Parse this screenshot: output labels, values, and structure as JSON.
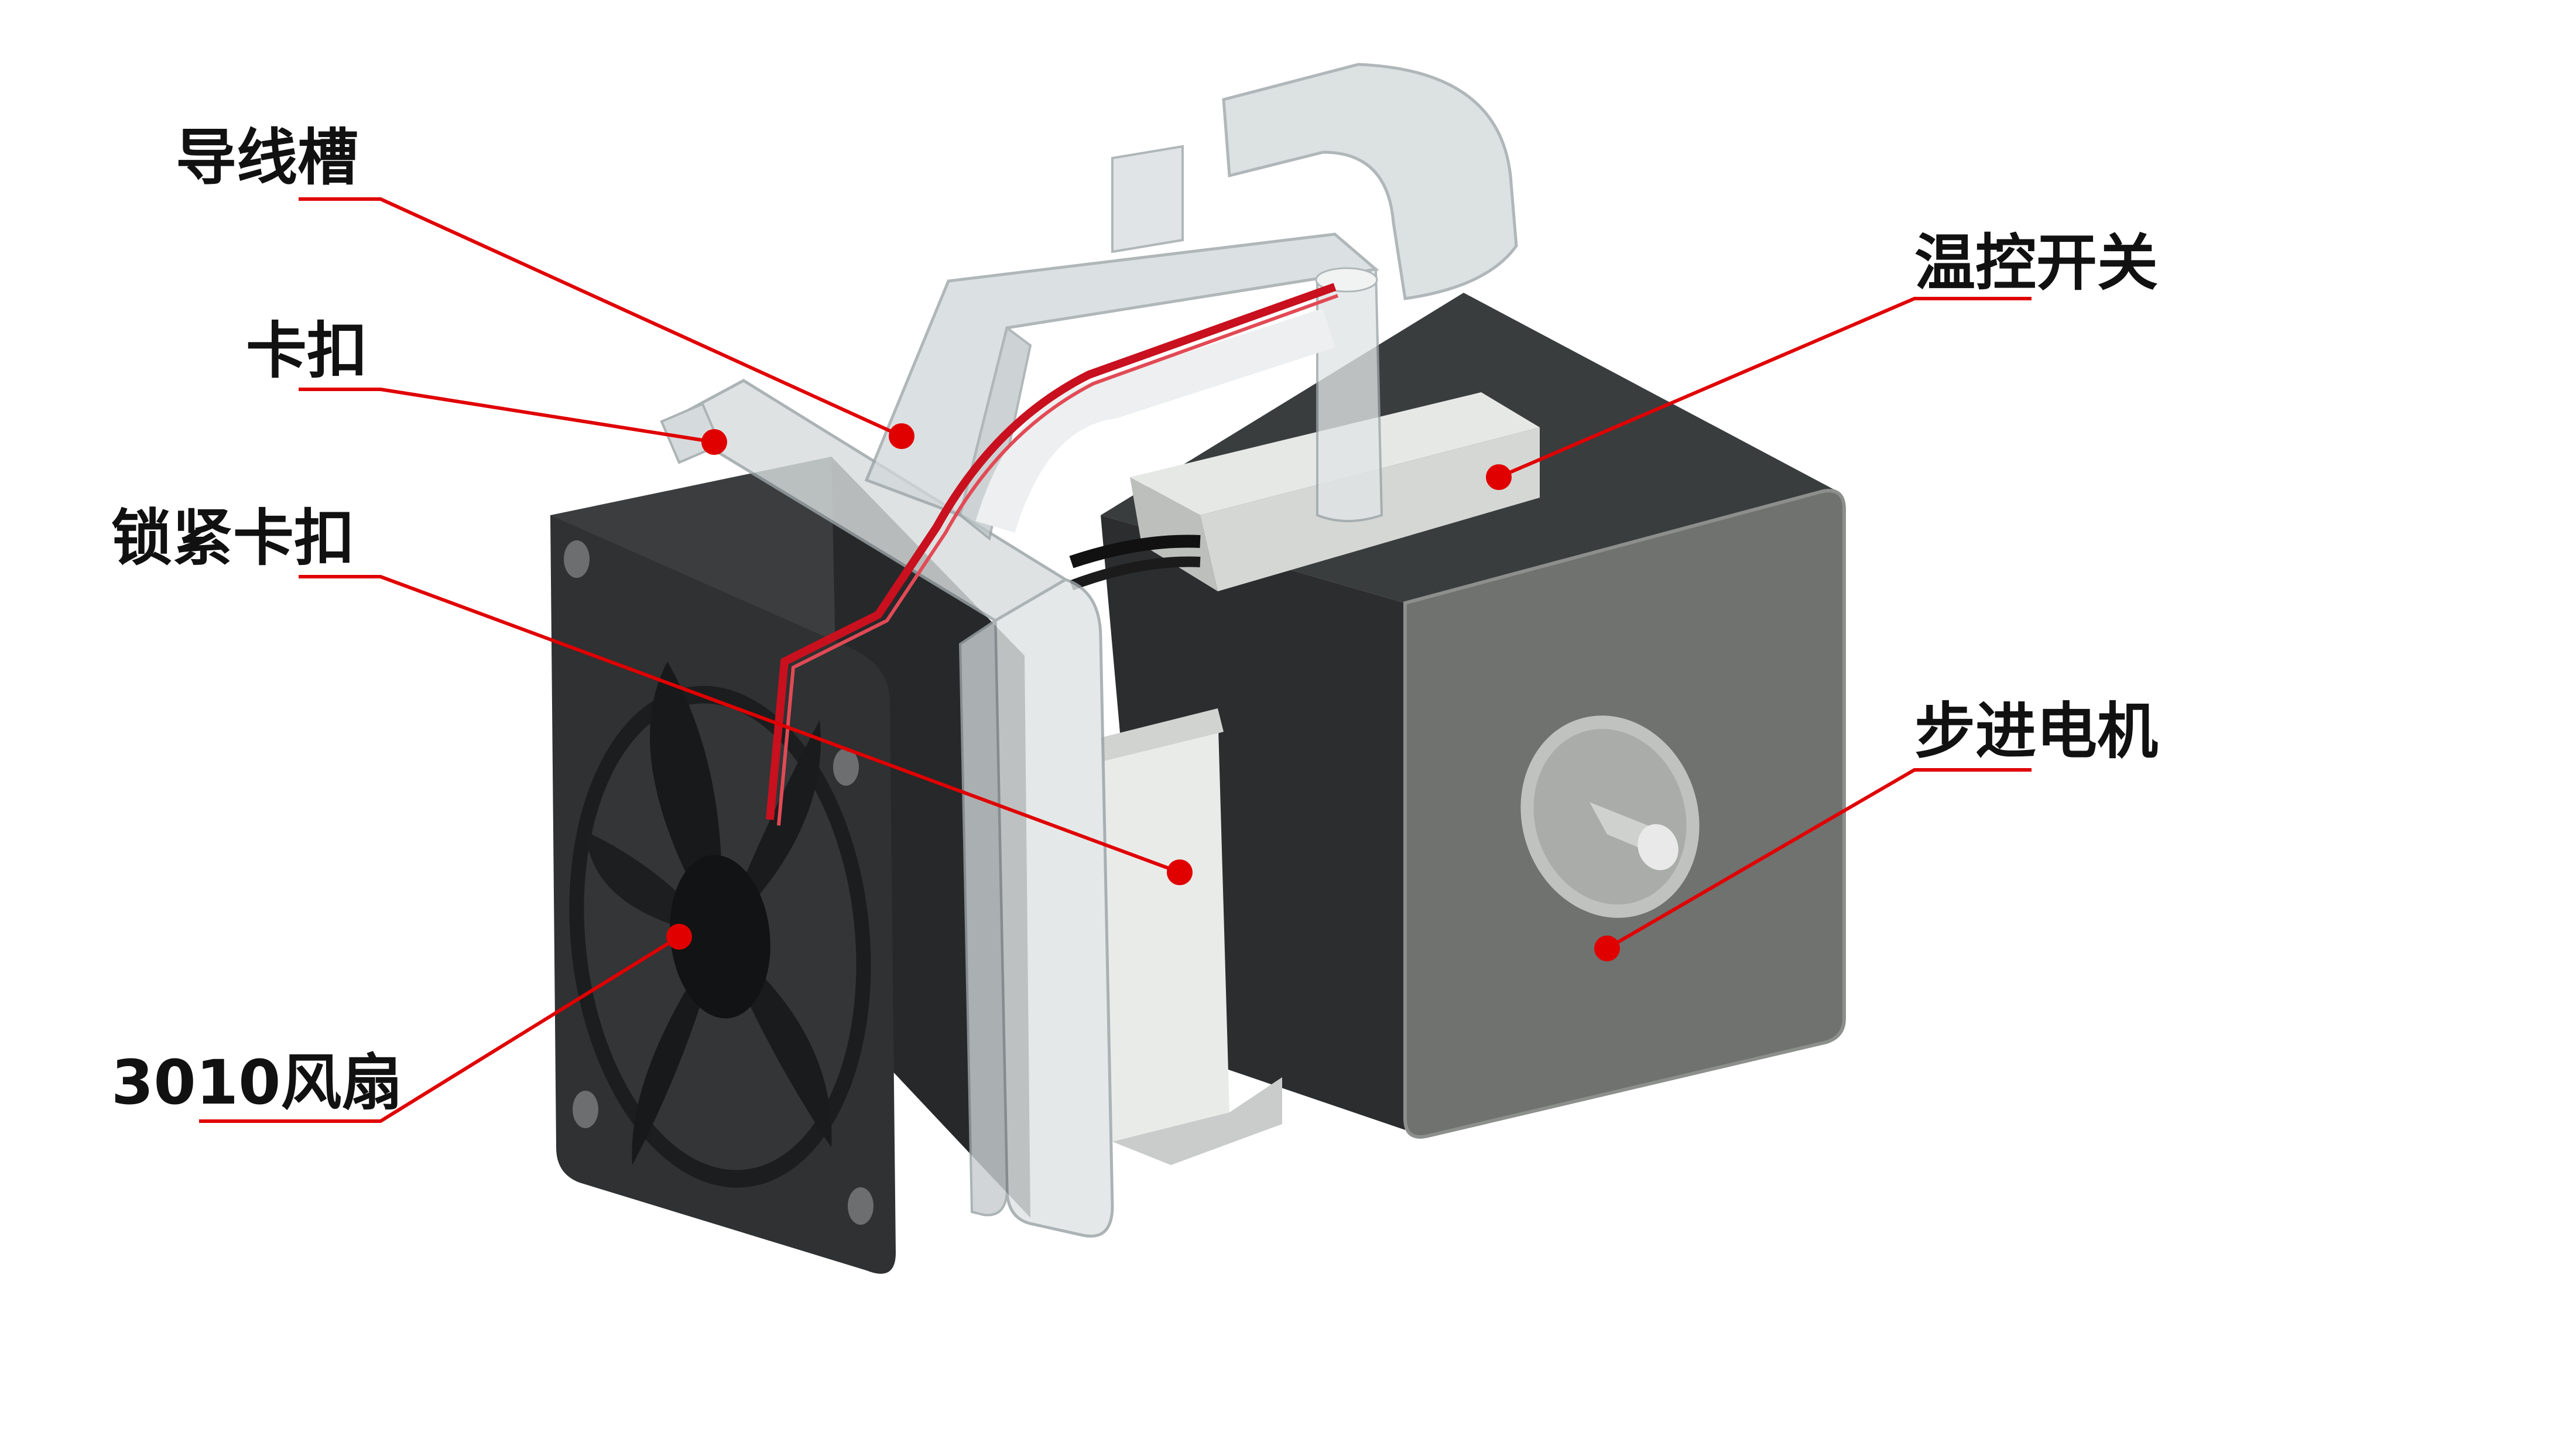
{
  "diagram": {
    "colors": {
      "leader": "#e00000",
      "label": "#111111",
      "fan_body": "#2f3132",
      "fan_dark": "#1c1d1e",
      "motor_side": "#2b2d2e",
      "motor_face": "#6f726f",
      "motor_top": "#3a3d3e",
      "switch": "#d9dcd9",
      "shaft": "#c9ccca",
      "bracket_glass": "#cfd6d8",
      "wire": "#c8101e"
    },
    "callouts": [
      {
        "id": "wire-channel",
        "label": "导线槽"
      },
      {
        "id": "clip",
        "label": "卡扣"
      },
      {
        "id": "locking-clip",
        "label": "锁紧卡扣"
      },
      {
        "id": "fan-3010",
        "label": "3010风扇"
      },
      {
        "id": "thermal-switch",
        "label": "温控开关"
      },
      {
        "id": "stepper-motor",
        "label": "步进电机"
      }
    ]
  }
}
